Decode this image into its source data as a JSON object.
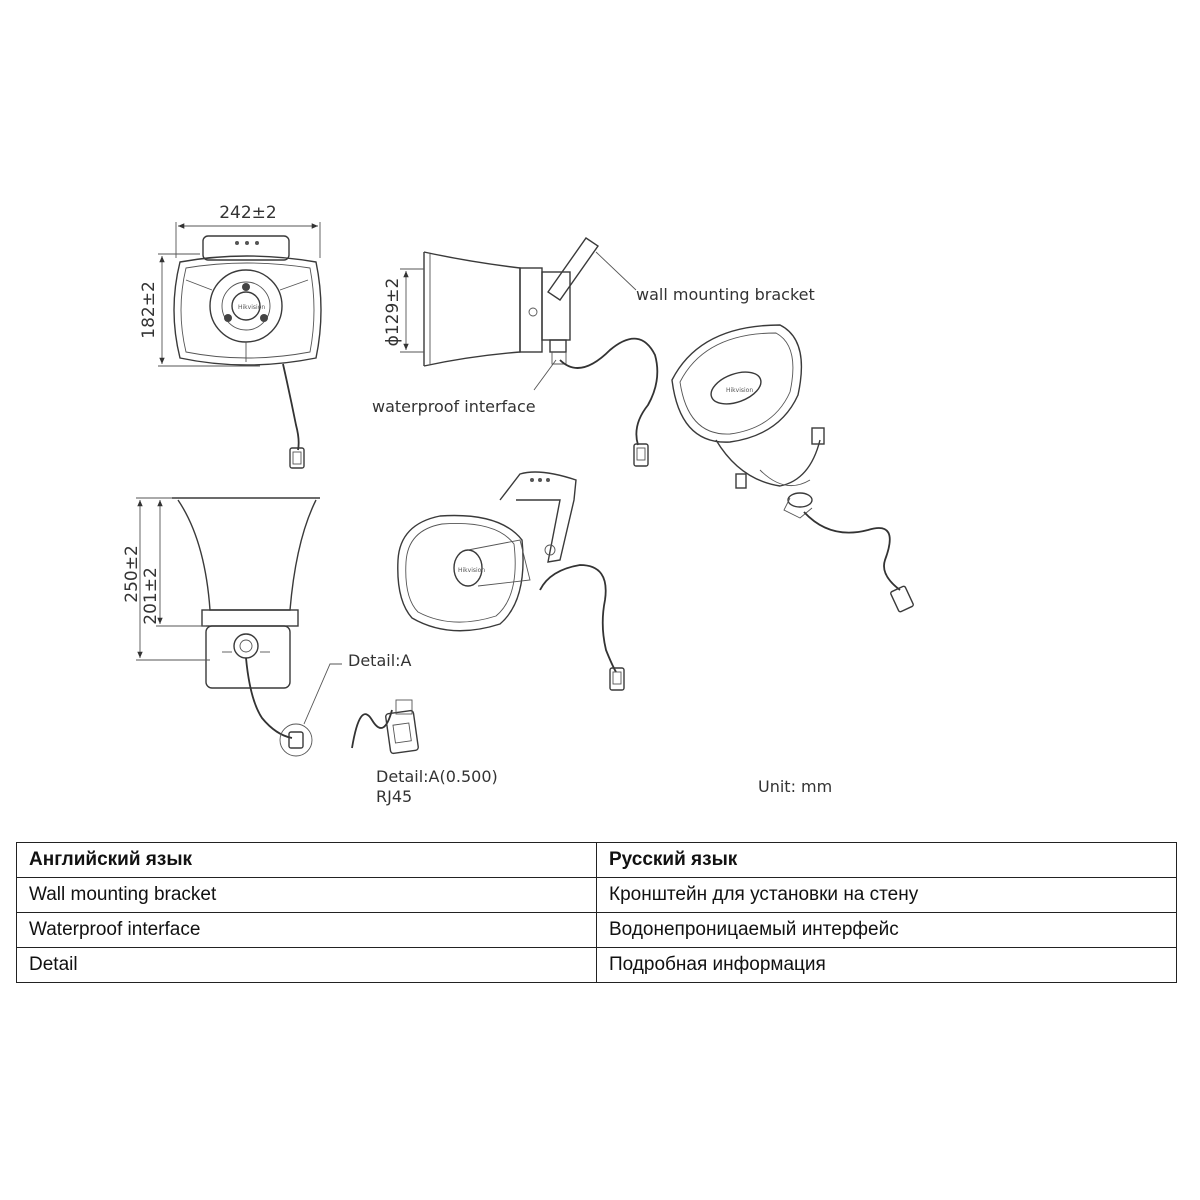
{
  "drawing": {
    "front_view": {
      "width_dim": "242±2",
      "height_dim": "182±2"
    },
    "side_view": {
      "diameter_dim": "ϕ129±2",
      "bracket_label": "wall mounting bracket",
      "interface_label": "waterproof interface"
    },
    "bottom_view": {
      "height_dim_total": "250±2",
      "height_dim_inner": "201±2",
      "detail_callout": "Detail:A"
    },
    "detail": {
      "title": "Detail:A(0.500)",
      "connector": "RJ45"
    },
    "unit": "Unit: mm"
  },
  "table": {
    "header": {
      "col1": "Английский язык",
      "col2": "Русский язык"
    },
    "rows": [
      {
        "en": "Wall mounting bracket",
        "ru": "Кронштейн для установки на стену"
      },
      {
        "en": "Waterproof interface",
        "ru": "Водонепроницаемый интерфейс"
      },
      {
        "en": "Detail",
        "ru": "Подробная информация"
      }
    ]
  }
}
